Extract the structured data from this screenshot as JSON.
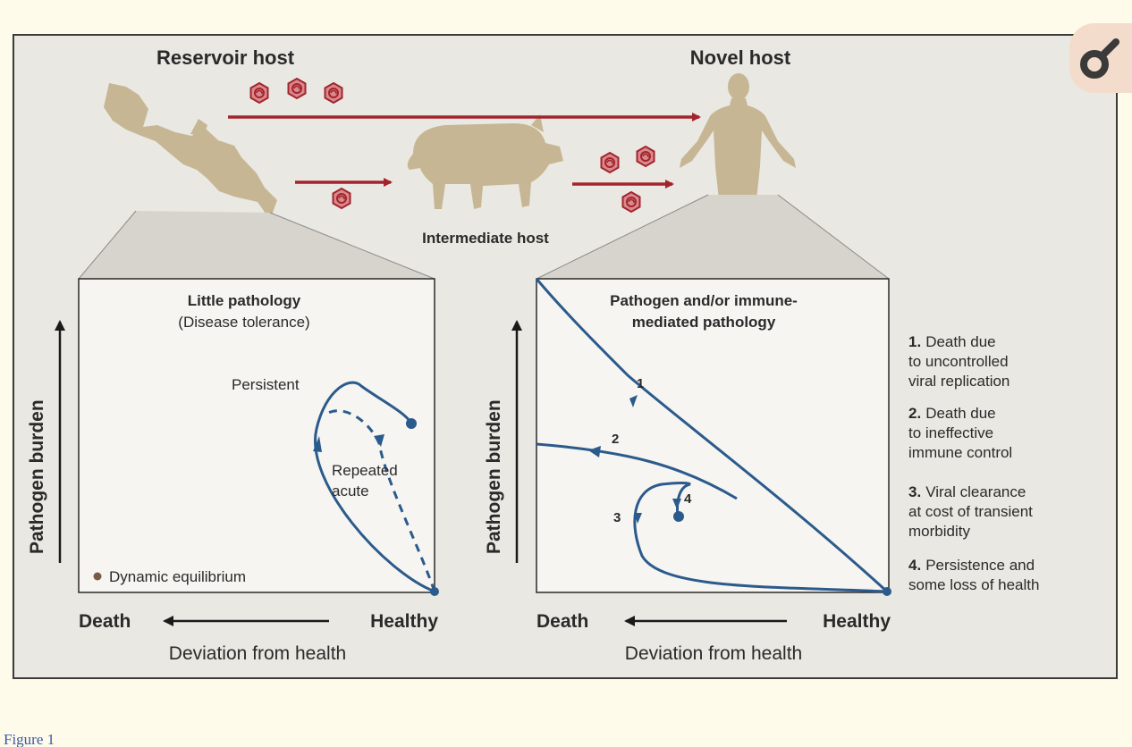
{
  "figure": {
    "reservoir_host": "Reservoir host",
    "novel_host": "Novel host",
    "intermediate_host": "Intermediate host",
    "left_panel": {
      "title": "Little pathology",
      "subtitle": "(Disease tolerance)",
      "y_axis_label": "Pathogen burden",
      "x_left": "Death",
      "x_right": "Healthy",
      "x_axis_label": "Deviation from health",
      "persistent_label": "Persistent",
      "repeated_label_1": "Repeated",
      "repeated_label_2": "acute",
      "legend_text": "Dynamic equilibrium"
    },
    "right_panel": {
      "title_1": "Pathogen and/or immune-",
      "title_2": "mediated pathology",
      "y_axis_label": "Pathogen burden",
      "x_left": "Death",
      "x_right": "Healthy",
      "x_axis_label": "Deviation from health",
      "curve_labels": [
        "1",
        "2",
        "3",
        "4"
      ]
    },
    "legend": [
      {
        "num": "1.",
        "lines": [
          "Death due",
          "to uncontrolled",
          "viral replication"
        ]
      },
      {
        "num": "2.",
        "lines": [
          "Death due",
          "to ineffective",
          "immune control"
        ]
      },
      {
        "num": "3.",
        "lines": [
          "Viral clearance",
          "at cost of transient",
          "morbidity"
        ]
      },
      {
        "num": "4.",
        "lines": [
          "Persistence and",
          "some loss of health"
        ]
      }
    ]
  },
  "caption": "Figure 1",
  "colors": {
    "page_bg": "#fefbea",
    "figure_bg": "#eae8e2",
    "curve": "#2b5a8c",
    "transmission_arrow": "#a3242c",
    "host_silhouette": "#c6b694"
  },
  "icons": {
    "virus": "virus-particle-icon",
    "bat": "bat-silhouette",
    "pig": "pig-silhouette",
    "human": "human-silhouette",
    "logo": "corner-logo-icon"
  }
}
